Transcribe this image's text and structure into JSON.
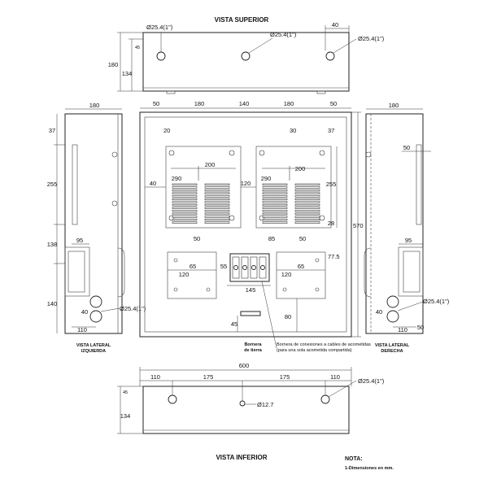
{
  "views": {
    "top": "VISTA SUPERIOR",
    "bottom": "VISTA INFERIOR",
    "left": [
      "VISTA LATERAL",
      "IZQUIERDA"
    ],
    "right": [
      "VISTA LATERAL",
      "DERECHA"
    ]
  },
  "holes": {
    "d25": "Ø25.4(1\")",
    "d12": "Ø12.7"
  },
  "labels": {
    "ground": [
      "Bornera",
      "de tierra"
    ],
    "terminal": [
      "Bornera de conexiones a cables de acometidas",
      "(para una sola acometida compartida)"
    ]
  },
  "note": {
    "title": "NOTA:",
    "line1": "1-Dimensiones en mm."
  },
  "dims": {
    "top_40": "40",
    "top_45": "45",
    "top_180": "180",
    "top_134": "134",
    "lv_180": "180",
    "lv_37": "37",
    "lv_255": "255",
    "lv_138": "138",
    "lv_95": "95",
    "lv_140": "140",
    "lv_40": "40",
    "lv_110": "110",
    "f_50a": "50",
    "f_180a": "180",
    "f_140": "140",
    "f_180b": "180",
    "f_50b": "50",
    "f_20": "20",
    "f_30": "30",
    "f_37": "37",
    "f_200a": "200",
    "f_200b": "200",
    "f_290a": "290",
    "f_290b": "290",
    "f_40": "40",
    "f_120a": "120",
    "f_255": "255",
    "f_28": "28",
    "f_570": "570",
    "f_50c": "50",
    "f_85": "85",
    "f_50d": "50",
    "f_77": "77.5",
    "f_65a": "65",
    "f_65b": "65",
    "f_55": "55",
    "f_120b": "120",
    "f_120c": "120",
    "f_145": "145",
    "f_45": "45",
    "f_80": "80",
    "rv_180": "180",
    "rv_50": "50",
    "rv_95": "95",
    "rv_40": "40",
    "rv_110": "110",
    "rv_50b": "50",
    "bv_600": "600",
    "bv_110a": "110",
    "bv_175a": "175",
    "bv_175b": "175",
    "bv_110b": "110",
    "bv_45": "45",
    "bv_134": "134"
  }
}
